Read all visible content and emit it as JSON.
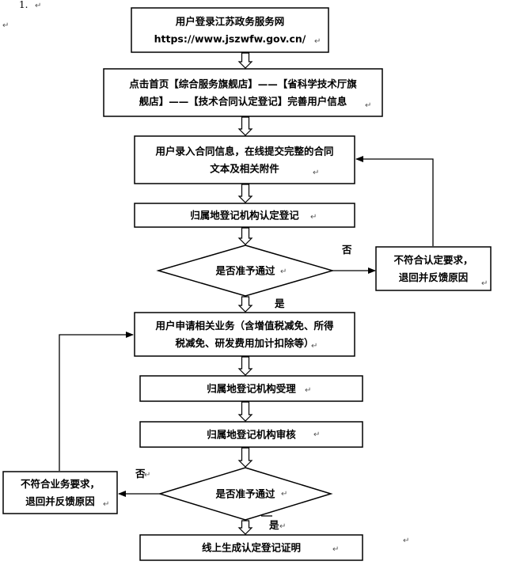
{
  "list_number": "1.",
  "paragraph_mark": "↵",
  "nodes": {
    "n1": {
      "lines": [
        "用户登录江苏政务服务网",
        "https://www.jszwfw.gov.cn/"
      ]
    },
    "n2": {
      "lines": [
        "点击首页【综合服务旗舰店】——【省科学技术厅旗",
        "舰店】——【技术合同认定登记】完善用户信息"
      ]
    },
    "n3": {
      "lines": [
        "用户录入合同信息，在线提交完整的合同",
        "文本及相关附件"
      ]
    },
    "n4": {
      "lines": [
        "归属地登记机构认定登记"
      ]
    },
    "d1": {
      "lines": [
        "是否准予通过"
      ]
    },
    "r1": {
      "lines": [
        "不符合认定要求，",
        "退回并反馈原因"
      ]
    },
    "n5": {
      "lines": [
        "用户申请相关业务（含增值税减免、所得",
        "税减免、研发费用加计扣除等）"
      ]
    },
    "n6": {
      "lines": [
        "归属地登记机构受理"
      ]
    },
    "n7": {
      "lines": [
        "归属地登记机构审核"
      ]
    },
    "d2": {
      "lines": [
        "是否准予通过"
      ]
    },
    "r2": {
      "lines": [
        "不符合业务要求，",
        "退回并反馈原因"
      ]
    },
    "n8": {
      "lines": [
        "线上生成认定登记证明"
      ]
    }
  },
  "labels": {
    "no1": "否",
    "yes1": "是",
    "no2": "否",
    "yes2": "是"
  }
}
